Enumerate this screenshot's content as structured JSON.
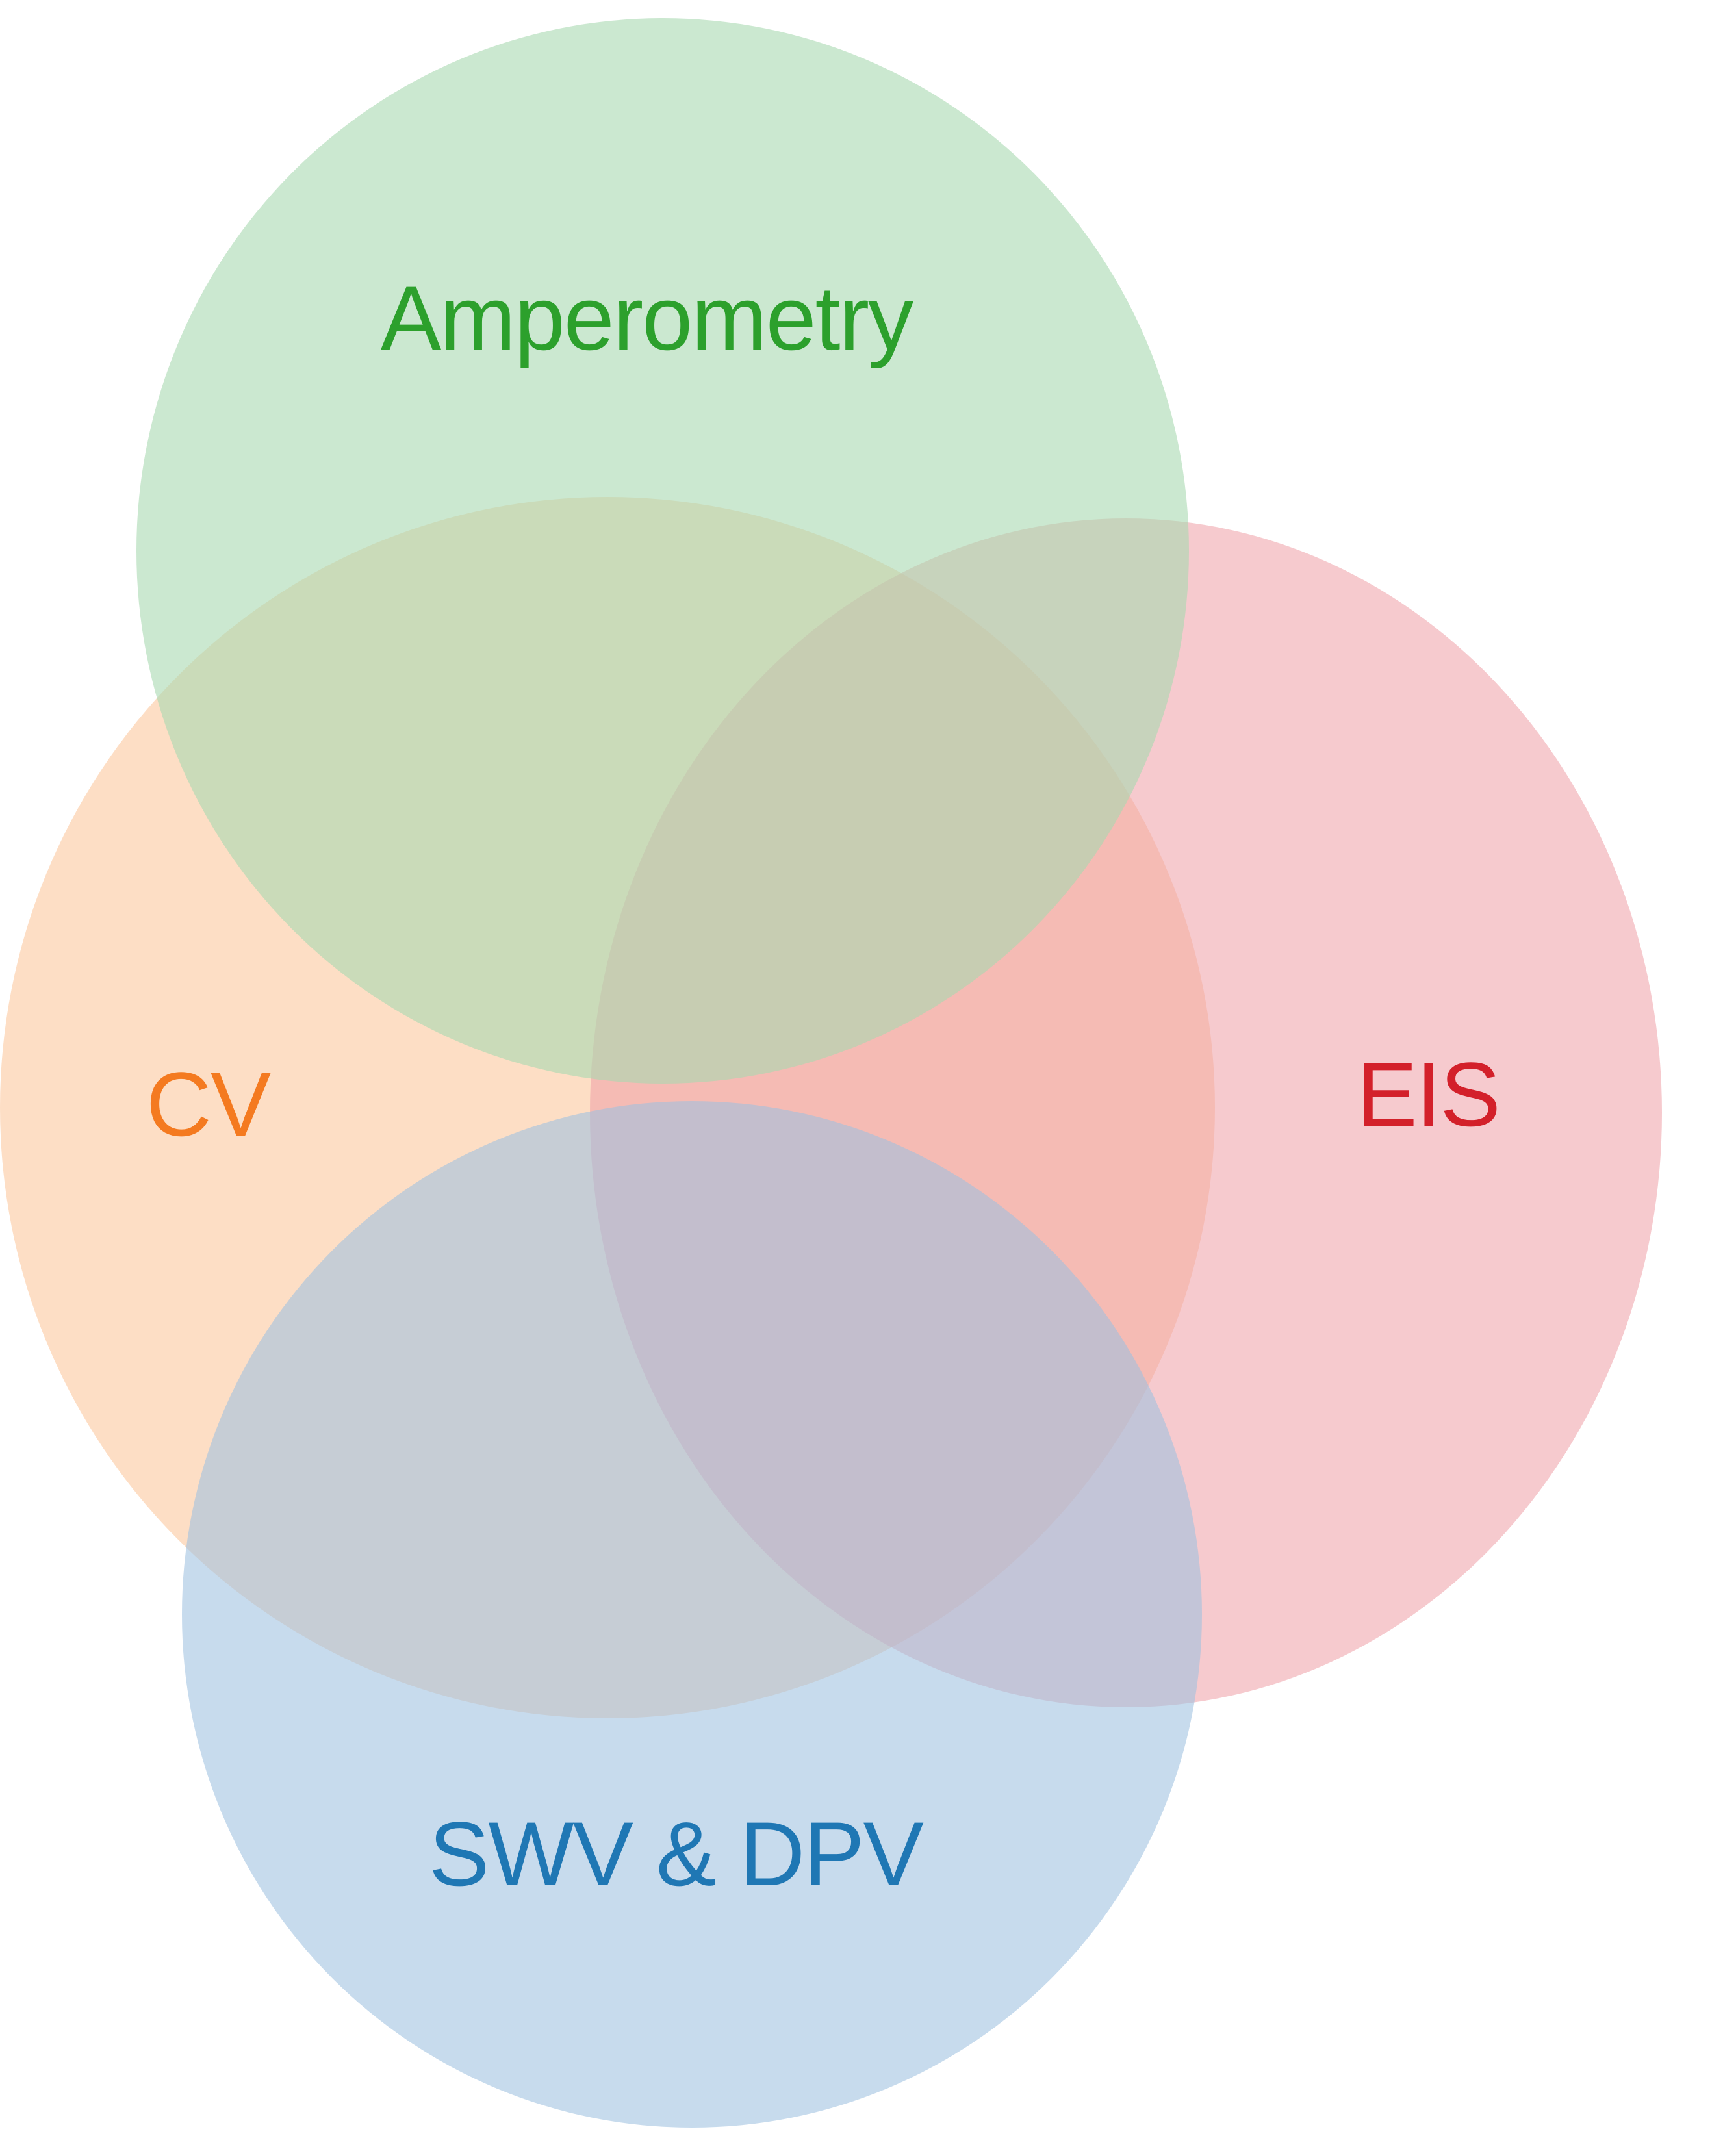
{
  "diagram": {
    "type": "venn",
    "sets": [
      {
        "id": "cv",
        "label": "CV",
        "fill": "#fbc295",
        "label_color": "#f47a20"
      },
      {
        "id": "eis",
        "label": "EIS",
        "fill": "#ee9ea5",
        "label_color": "#d3202a"
      },
      {
        "id": "amperometry",
        "label": "Amperometry",
        "fill": "#a8d9b1",
        "label_color": "#2ca02c"
      },
      {
        "id": "swv-dpv",
        "label": "SWV & DPV",
        "fill": "#9ec1e0",
        "label_color": "#1f77b4"
      }
    ]
  }
}
